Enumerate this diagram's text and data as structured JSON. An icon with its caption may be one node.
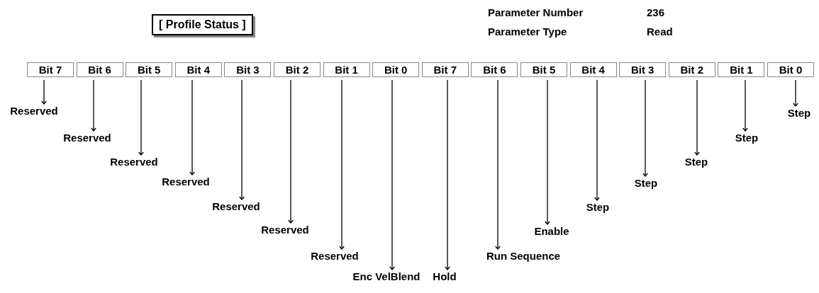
{
  "diagram": {
    "title": "[ Profile Status ]",
    "nodes": [
      {
        "text": [
          "Bit 7"
        ]
      },
      {
        "text": [
          "Bit 6"
        ]
      },
      {
        "text": [
          "Bit 5"
        ]
      },
      {
        "text": [
          "Bit 4"
        ]
      },
      {
        "text": [
          "Bit 3"
        ]
      },
      {
        "text": [
          "Bit 2"
        ]
      },
      {
        "text": [
          "Bit 1"
        ]
      },
      {
        "text": [
          "Bit 0"
        ]
      },
      {
        "text": [
          "Bit 7"
        ]
      },
      {
        "text": [
          "Bit 6"
        ]
      },
      {
        "text": [
          "Bit 5"
        ]
      },
      {
        "text": [
          "Bit 4"
        ]
      },
      {
        "text": [
          "Bit 3"
        ]
      },
      {
        "text": [
          "Bit 2"
        ]
      },
      {
        "text": [
          "Bit 1"
        ]
      },
      {
        "text": [
          "Bit 0"
        ]
      },
      {
        "text": [
          "Reserved"
        ]
      },
      {
        "text": [
          "Reserved"
        ]
      },
      {
        "text": [
          "Reserved"
        ]
      },
      {
        "text": [
          "Reserved"
        ]
      },
      {
        "text": [
          "Reserved"
        ]
      },
      {
        "text": [
          "Reserved"
        ]
      },
      {
        "text": [
          "Reserved"
        ]
      },
      {
        "text": [
          "Enc VelBlend"
        ]
      },
      {
        "text": [
          "Hold"
        ]
      },
      {
        "text": [
          "Run Sequence"
        ]
      },
      {
        "text": [
          "Enable"
        ]
      },
      {
        "text": [
          "Step"
        ]
      },
      {
        "text": [
          "Step"
        ]
      },
      {
        "text": [
          "Step"
        ]
      },
      {
        "text": [
          "Step"
        ]
      },
      {
        "text": [
          "Step"
        ]
      }
    ],
    "edges": [
      {
        "from": 0,
        "to": 16,
        "arrow": "to"
      },
      {
        "from": 1,
        "to": 17,
        "arrow": "to"
      },
      {
        "from": 2,
        "to": 18,
        "arrow": "to"
      },
      {
        "from": 3,
        "to": 19,
        "arrow": "to"
      },
      {
        "from": 4,
        "to": 20,
        "arrow": "to"
      },
      {
        "from": 5,
        "to": 21,
        "arrow": "to"
      },
      {
        "from": 6,
        "to": 22,
        "arrow": "to"
      },
      {
        "from": 7,
        "to": 23,
        "arrow": "to"
      },
      {
        "from": 8,
        "to": 24,
        "arrow": "to"
      },
      {
        "from": 9,
        "to": 25,
        "arrow": "to"
      },
      {
        "from": 10,
        "to": 26,
        "arrow": "to"
      },
      {
        "from": 11,
        "to": 27,
        "arrow": "to"
      },
      {
        "from": 12,
        "to": 28,
        "arrow": "to"
      },
      {
        "from": 13,
        "to": 29,
        "arrow": "to"
      },
      {
        "from": 14,
        "to": 30,
        "arrow": "to"
      },
      {
        "from": 15,
        "to": 31,
        "arrow": "to"
      }
    ],
    "labels": [
      "Parameter Number",
      "236",
      "Parameter Type",
      "Read"
    ]
  }
}
